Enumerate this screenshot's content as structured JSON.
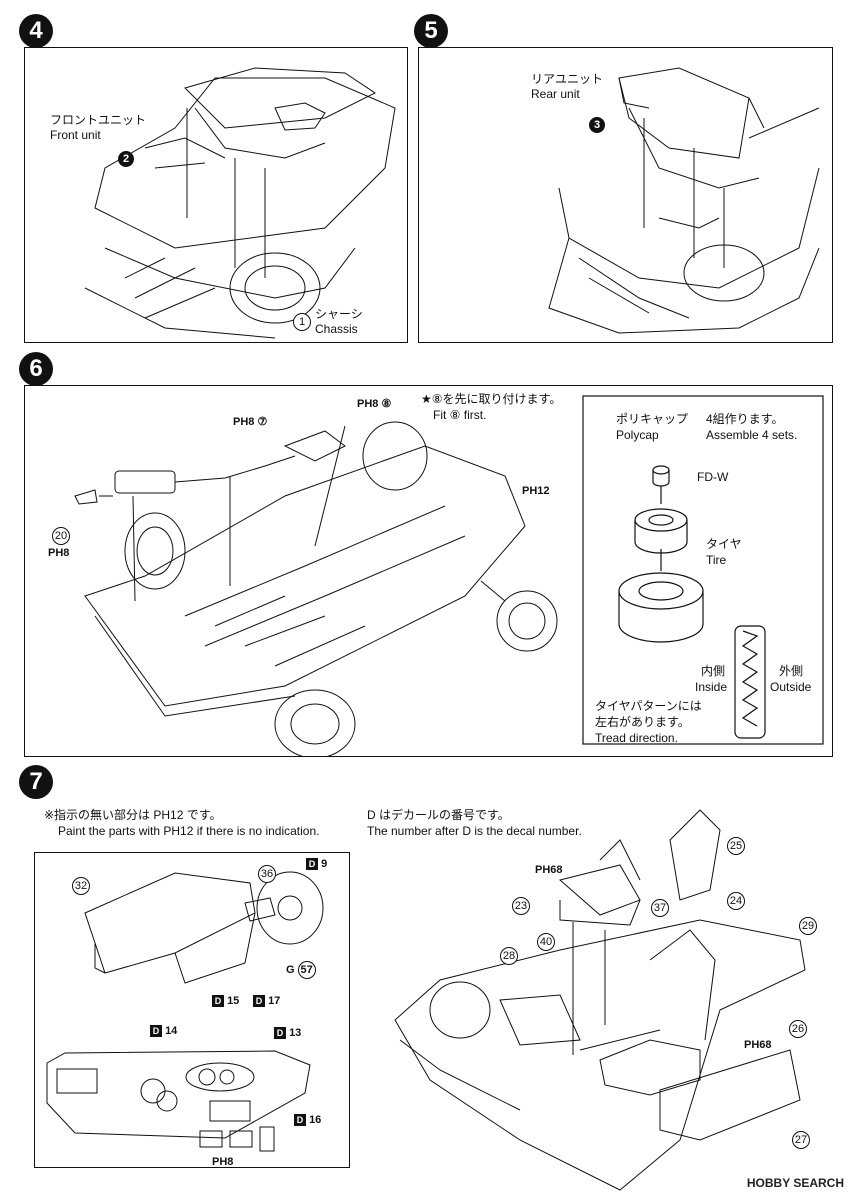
{
  "steps": {
    "s4": "4",
    "s5": "5",
    "s6": "6",
    "s7": "7"
  },
  "step4": {
    "front_unit_jp": "フロントユニット",
    "front_unit_en": "Front unit",
    "part2": "2",
    "part1": "1",
    "chassis_jp": "シャーシ",
    "chassis_en": "Chassis"
  },
  "step5": {
    "rear_unit_jp": "リアユニット",
    "rear_unit_en": "Rear unit",
    "part3": "3"
  },
  "step6": {
    "note_jp": "★⑧を先に取り付けます。",
    "note_en": "Fit ⑧ first.",
    "code_7": "PH8 ⑦",
    "code_8": "PH8 ⑧",
    "code_12": "PH12",
    "part20": "20",
    "code_20": "PH8",
    "polycap_jp": "ポリキャップ",
    "polycap_en": "Polycap",
    "assemble_jp": "4組作ります。",
    "assemble_en": "Assemble 4 sets.",
    "fdw": "FD-W",
    "tire_jp": "タイヤ",
    "tire_en": "Tire",
    "inside_jp": "内側",
    "inside_en": "Inside",
    "outside_jp": "外側",
    "outside_en": "Outside",
    "tread_jp1": "タイヤパターンには",
    "tread_jp2": "左右があります。",
    "tread_en": "Tread direction."
  },
  "step7": {
    "note1_jp": "※指示の無い部分は PH12 です。",
    "note1_en": "Paint the parts with PH12 if there is no indication.",
    "note2_jp": "D はデカールの番号です。",
    "note2_en": "The number after D is the decal number.",
    "p32": "32",
    "p36": "36",
    "d9": "9",
    "g57": "G",
    "p57": "57",
    "d14": "14",
    "d15": "15",
    "d17": "17",
    "d13": "13",
    "d16": "16",
    "ph8": "PH8",
    "p25": "25",
    "p23": "23",
    "p37": "37",
    "p24": "24",
    "p29": "29",
    "p40": "40",
    "p28": "28",
    "p26": "26",
    "p27": "27",
    "ph68a": "PH68",
    "ph68b": "PH68"
  },
  "watermark": "HOBBY SEARCH"
}
